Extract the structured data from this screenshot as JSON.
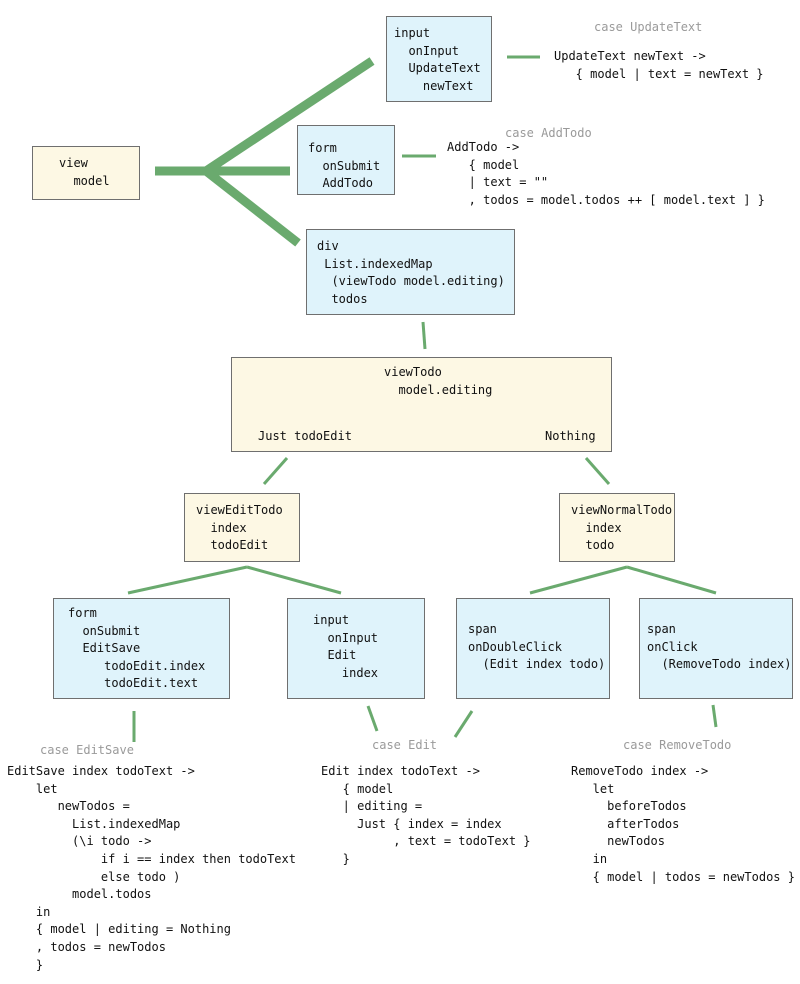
{
  "colors": {
    "view_node": "#fdf8e4",
    "html_node": "#dff3fb",
    "connector": "#6aaa6e",
    "case_label": "#9a9a9a",
    "text": "#111111"
  },
  "nodes": {
    "view": {
      "kind": "view",
      "lines": [
        "view",
        "  model"
      ]
    },
    "input_update": {
      "kind": "html",
      "lines": [
        "input",
        "  onInput",
        "  UpdateText",
        "    newText"
      ]
    },
    "form_add": {
      "kind": "html",
      "lines": [
        "form",
        "  onSubmit",
        "  AddTodo"
      ]
    },
    "div_list": {
      "kind": "html",
      "lines": [
        "div",
        " List.indexedMap",
        "  (viewTodo model.editing)",
        "  todos"
      ]
    },
    "view_todo": {
      "kind": "view",
      "lines": [
        "viewTodo",
        "  model.editing"
      ]
    },
    "view_edit_todo": {
      "kind": "view",
      "lines": [
        "viewEditTodo",
        "  index",
        "  todoEdit"
      ]
    },
    "view_normal_todo": {
      "kind": "view",
      "lines": [
        "viewNormalTodo",
        "  index",
        "  todo"
      ]
    },
    "form_editsave": {
      "kind": "html",
      "lines": [
        "form",
        "  onSubmit",
        "  EditSave",
        "     todoEdit.index",
        "     todoEdit.text"
      ]
    },
    "input_edit": {
      "kind": "html",
      "lines": [
        "input",
        "  onInput",
        "  Edit",
        "    index"
      ]
    },
    "span_dblclick": {
      "kind": "html",
      "lines": [
        "span",
        "onDoubleClick",
        "  (Edit index todo)"
      ]
    },
    "span_click": {
      "kind": "html",
      "lines": [
        "span",
        "onClick",
        "  (RemoveTodo index)"
      ]
    }
  },
  "branches": {
    "just": "Just todoEdit",
    "nothing": "Nothing"
  },
  "updates": {
    "update_text": {
      "case": "case UpdateText",
      "lines": [
        "UpdateText newText ->",
        "   { model | text = newText }"
      ]
    },
    "add_todo": {
      "case": "case AddTodo",
      "lines": [
        "AddTodo ->",
        "   { model",
        "   | text = \"\"",
        "   , todos = model.todos ++ [ model.text ] }"
      ]
    },
    "edit_save": {
      "case": "case EditSave",
      "lines": [
        "EditSave index todoText ->",
        "    let",
        "       newTodos =",
        "         List.indexedMap",
        "         (\\i todo ->",
        "             if i == index then todoText",
        "             else todo )",
        "         model.todos",
        "    in",
        "    { model | editing = Nothing",
        "    , todos = newTodos",
        "    }"
      ]
    },
    "edit": {
      "case": "case Edit",
      "lines": [
        "Edit index todoText ->",
        "   { model",
        "   | editing =",
        "     Just { index = index",
        "          , text = todoText }",
        "   }"
      ]
    },
    "remove_todo": {
      "case": "case RemoveTodo",
      "lines": [
        "RemoveTodo index ->",
        "   let",
        "     beforeTodos",
        "     afterTodos",
        "     newTodos",
        "   in",
        "   { model | todos = newTodos }"
      ]
    }
  }
}
